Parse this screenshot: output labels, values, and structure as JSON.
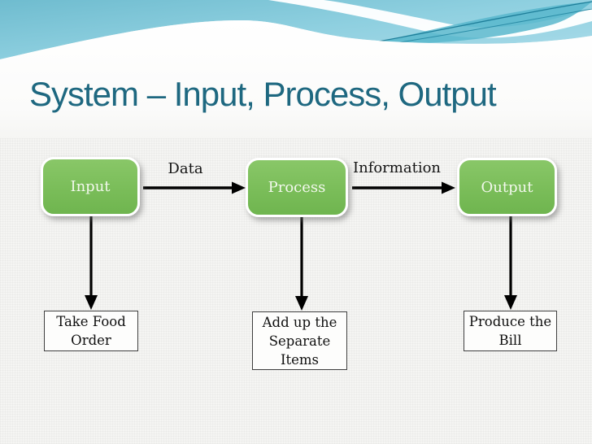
{
  "slide": {
    "title": "System – Input, Process, Output",
    "colors": {
      "title_text": "#1e6880",
      "node_fill_green": "#7abd59",
      "node_text": "#f2f8ec",
      "wave_teal": "#7cc5d7",
      "wave_accent_line": "#2e8fa8",
      "arrow_black": "#000000",
      "detail_box_border": "#3f3f3f"
    }
  },
  "diagram": {
    "nodes": [
      {
        "id": "input",
        "label": "Input"
      },
      {
        "id": "process",
        "label": "Process"
      },
      {
        "id": "output",
        "label": "Output"
      }
    ],
    "edge_labels": [
      {
        "id": "data",
        "label": "Data"
      },
      {
        "id": "information",
        "label": "Information"
      }
    ],
    "detail_boxes": [
      {
        "id": "take-food-order",
        "lines": [
          "Take Food",
          "Order"
        ]
      },
      {
        "id": "add-up-items",
        "lines": [
          "Add up the",
          "Separate",
          "Items"
        ]
      },
      {
        "id": "produce-bill",
        "lines": [
          "Produce the",
          "Bill"
        ]
      }
    ]
  }
}
